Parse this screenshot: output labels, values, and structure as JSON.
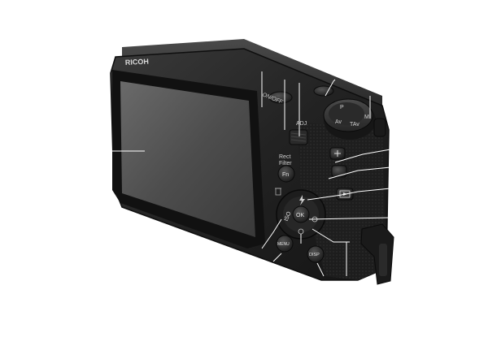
{
  "camera": {
    "brand": "RICOH",
    "power_label": "ON/OFF",
    "adj_label": "ADJ",
    "effect_label_line1": "Rect",
    "effect_label_line2": "Filter",
    "fn_label": "Fn",
    "iso_label": "ISO",
    "ok_label": "OK",
    "menu_label": "MENU",
    "disp_label": "DISP",
    "mode_dial_labels": [
      "M",
      "TAv",
      "Av",
      "P"
    ]
  },
  "colors": {
    "background": "#ffffff",
    "body": "#1c1c1c",
    "leader_line": "#ffffff"
  }
}
